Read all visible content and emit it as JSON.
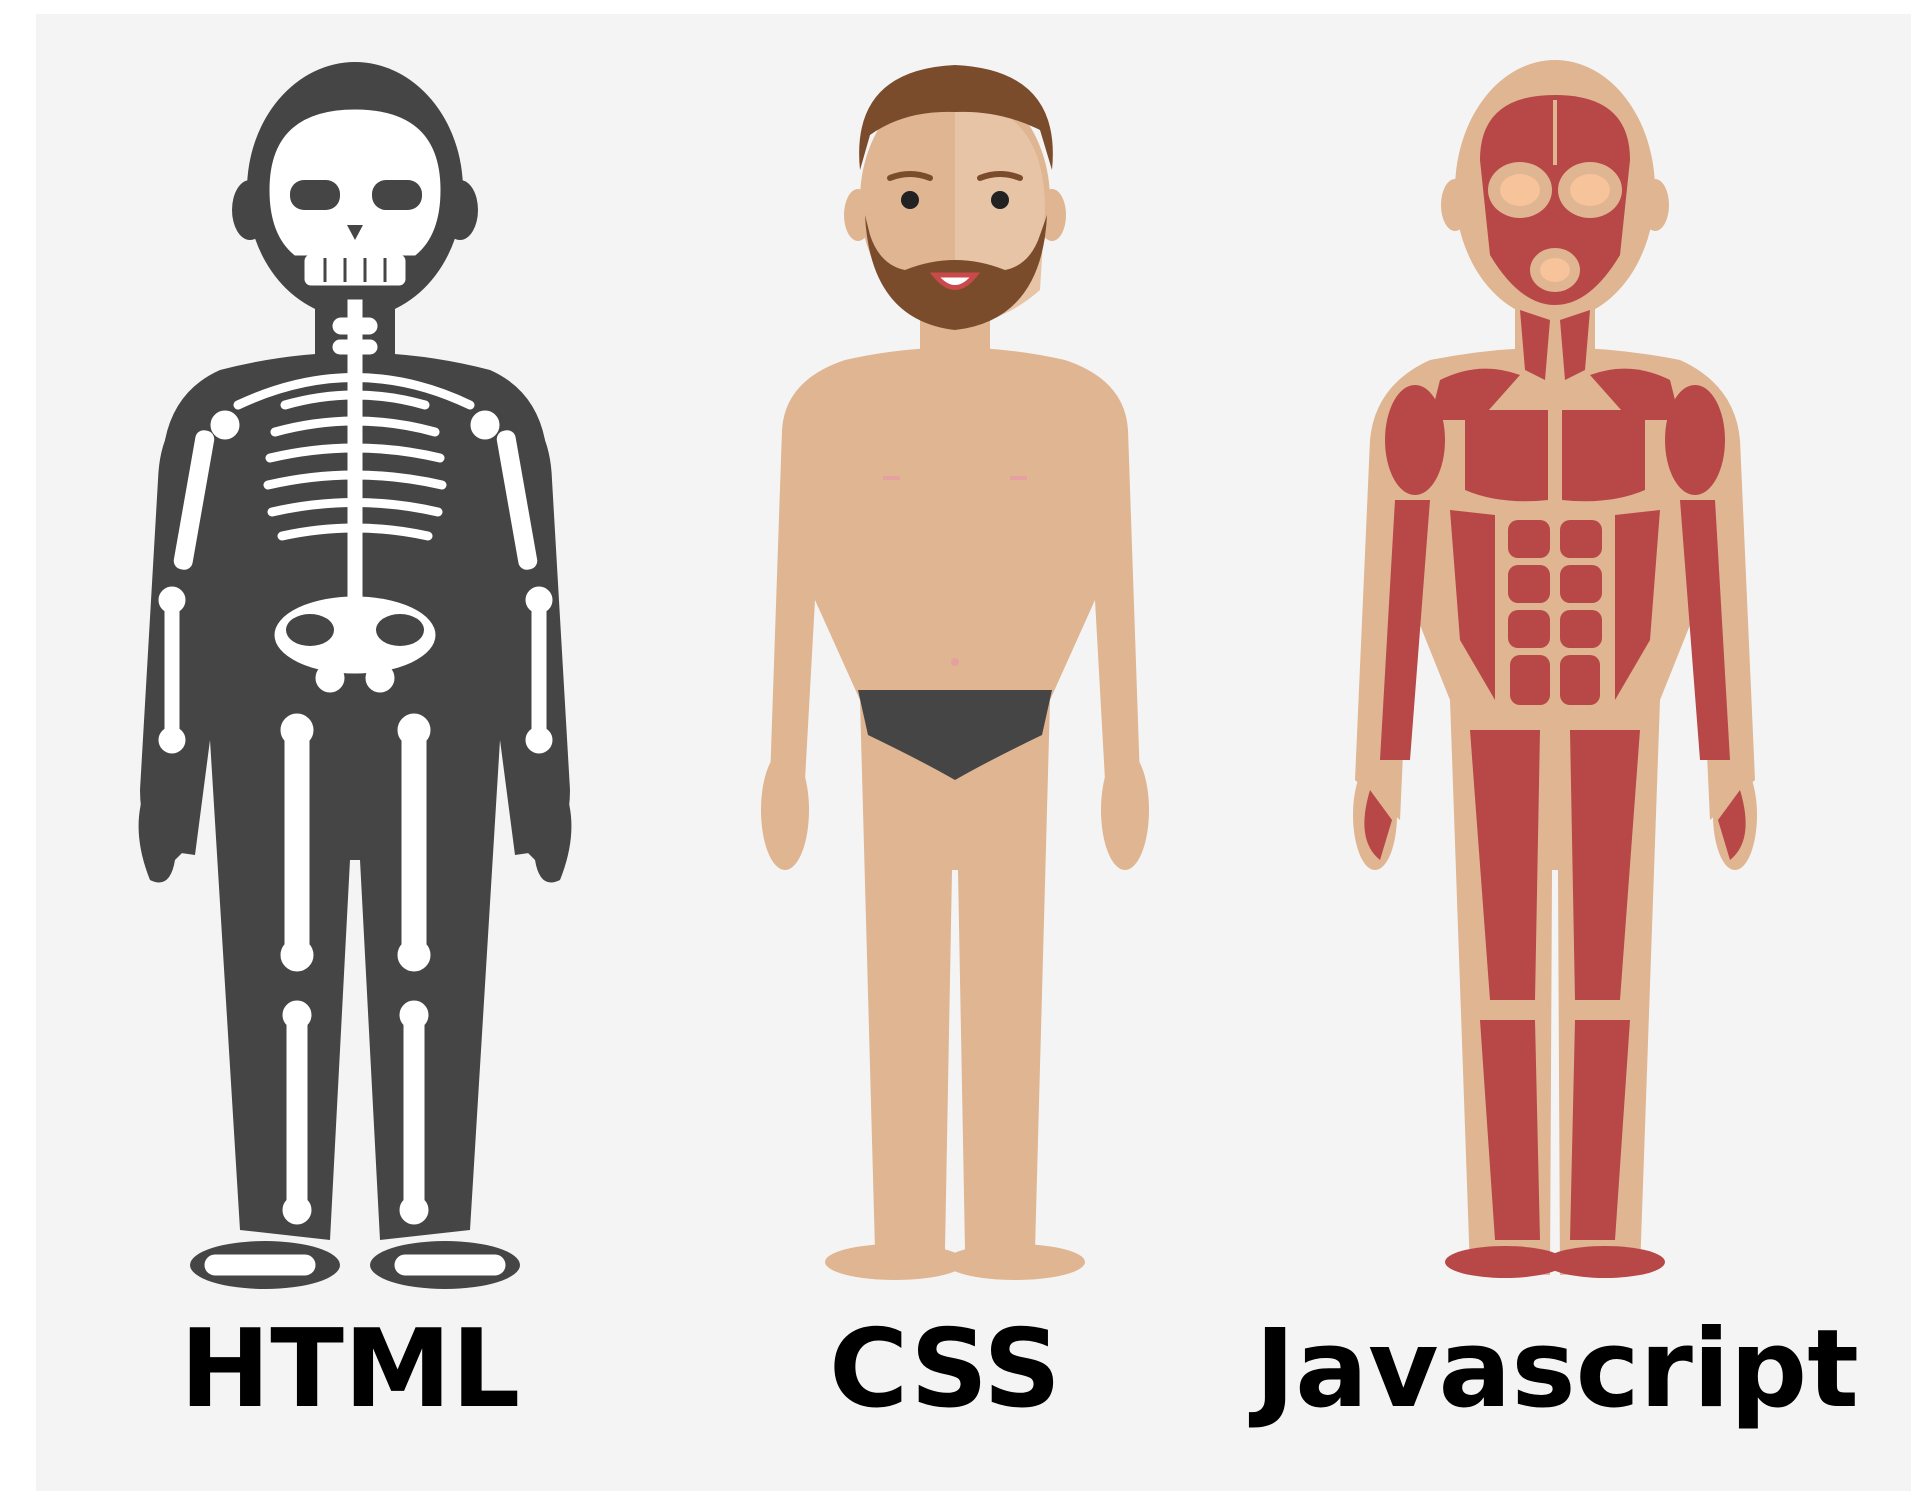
{
  "labels": {
    "html": "HTML",
    "css": "CSS",
    "javascript": "Javascript"
  },
  "figures": [
    {
      "id": "skeleton",
      "label_key": "html",
      "icon": "skeleton-figure-icon"
    },
    {
      "id": "skin",
      "label_key": "css",
      "icon": "human-figure-icon"
    },
    {
      "id": "muscles",
      "label_key": "javascript",
      "icon": "muscle-figure-icon"
    }
  ],
  "colors": {
    "background": "#f4f4f4",
    "skeleton_body": "#454545",
    "bone": "#ffffff",
    "skin": "#dfb592",
    "hair": "#7b4c2c",
    "underwear": "#454545",
    "muscle": "#b84747",
    "label_text": "#000000"
  }
}
